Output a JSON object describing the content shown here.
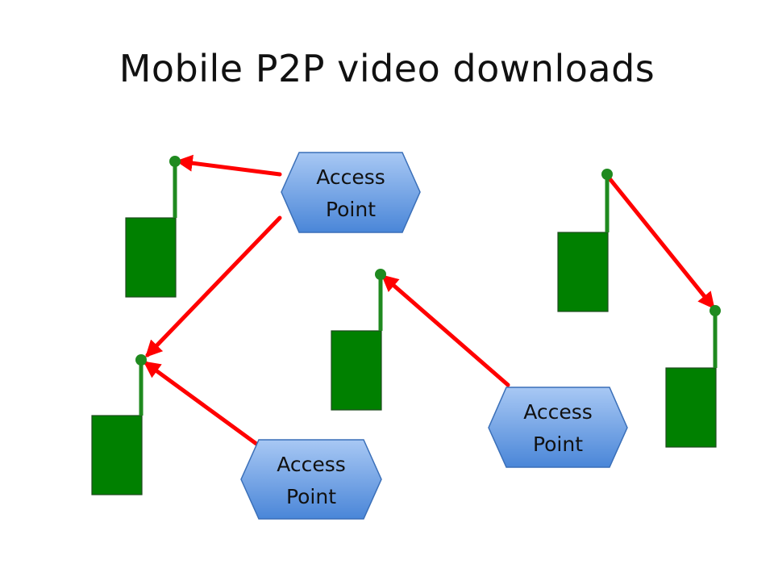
{
  "slide": {
    "title": "Mobile P2P video downloads"
  },
  "access_points": [
    {
      "line1": "Access",
      "line2": "Point"
    },
    {
      "line1": "Access",
      "line2": "Point"
    },
    {
      "line1": "Access",
      "line2": "Point"
    }
  ],
  "colors": {
    "device_fill": "#008000",
    "device_stroke": "#1f4a1f",
    "antenna": "#1f8a1f",
    "link_arrow": "#ff0000",
    "access_point_top": "#a8c8f4",
    "access_point_bottom": "#4a86d8",
    "access_point_stroke": "#3a6fb8"
  }
}
